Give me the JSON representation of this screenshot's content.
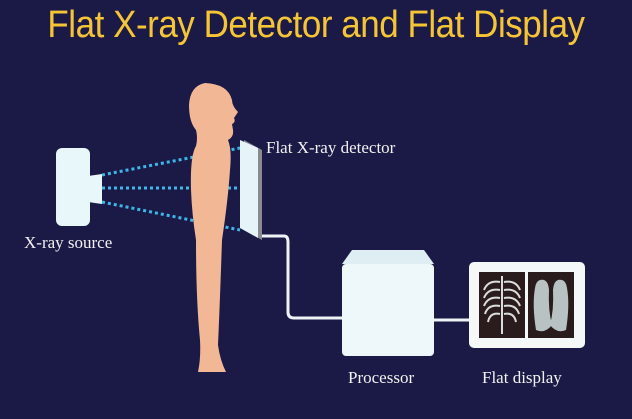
{
  "title": "Flat X-ray Detector and Flat Display",
  "labels": {
    "source": "X-ray source",
    "detector": "Flat X-ray detector",
    "processor": "Processor",
    "display": "Flat display"
  },
  "colors": {
    "background": "#1b1a47",
    "title": "#f6c535",
    "beam": "#3cb8e8",
    "body": "#f2b896",
    "device": "#eef8fa"
  }
}
